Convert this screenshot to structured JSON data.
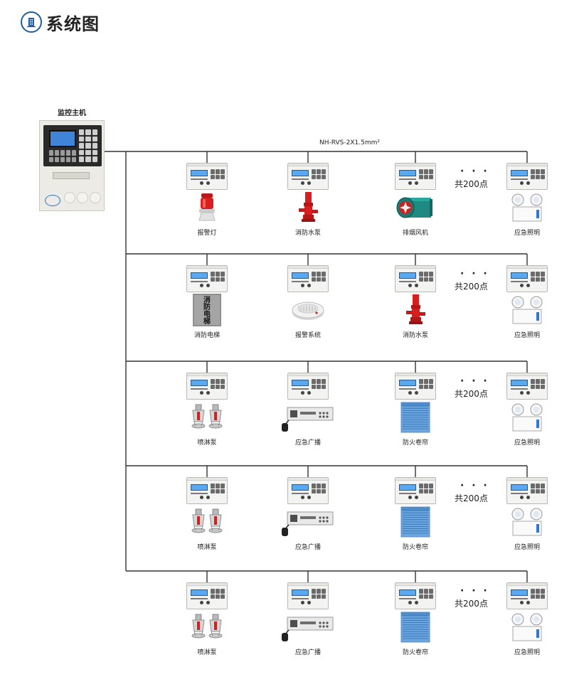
{
  "header": {
    "title": "系统图",
    "icon": "building-icon"
  },
  "host": {
    "label": "监控主机"
  },
  "cable_label": "NH-RVS-2X1.5mm²",
  "count_label": "共200点",
  "dots_label": "· · ·",
  "rows": [
    {
      "devices": [
        {
          "label": "报警灯",
          "icon": "alarm-light-icon"
        },
        {
          "label": "消防水泵",
          "icon": "fire-pump-icon"
        },
        {
          "label": "排烟风机",
          "icon": "smoke-exhaust-fan-icon"
        },
        {
          "label": "应急照明",
          "icon": "emergency-light-icon"
        }
      ]
    },
    {
      "devices": [
        {
          "label": "消防电梯",
          "icon": "fire-elevator-icon",
          "sign_text": "消防电梯"
        },
        {
          "label": "报警系统",
          "icon": "smoke-detector-icon"
        },
        {
          "label": "消防水泵",
          "icon": "fire-pump-icon"
        },
        {
          "label": "应急照明",
          "icon": "emergency-light-icon"
        }
      ]
    },
    {
      "devices": [
        {
          "label": "喷淋泵",
          "icon": "sprinkler-icon"
        },
        {
          "label": "应急广播",
          "icon": "broadcast-amplifier-icon"
        },
        {
          "label": "防火卷帘",
          "icon": "fire-shutter-icon"
        },
        {
          "label": "应急照明",
          "icon": "emergency-light-icon"
        }
      ]
    },
    {
      "devices": [
        {
          "label": "喷淋泵",
          "icon": "sprinkler-icon"
        },
        {
          "label": "应急广播",
          "icon": "broadcast-amplifier-icon"
        },
        {
          "label": "防火卷帘",
          "icon": "fire-shutter-icon"
        },
        {
          "label": "应急照明",
          "icon": "emergency-light-icon"
        }
      ]
    },
    {
      "devices": [
        {
          "label": "喷淋泵",
          "icon": "sprinkler-icon"
        },
        {
          "label": "应急广播",
          "icon": "broadcast-amplifier-icon"
        },
        {
          "label": "防火卷帘",
          "icon": "fire-shutter-icon"
        },
        {
          "label": "应急照明",
          "icon": "emergency-light-icon"
        }
      ]
    }
  ],
  "colors": {
    "accent": "#1f5fa0",
    "lcd": "#5aa8ef",
    "wire": "#333333",
    "alarm_red": "#d81e1e"
  }
}
